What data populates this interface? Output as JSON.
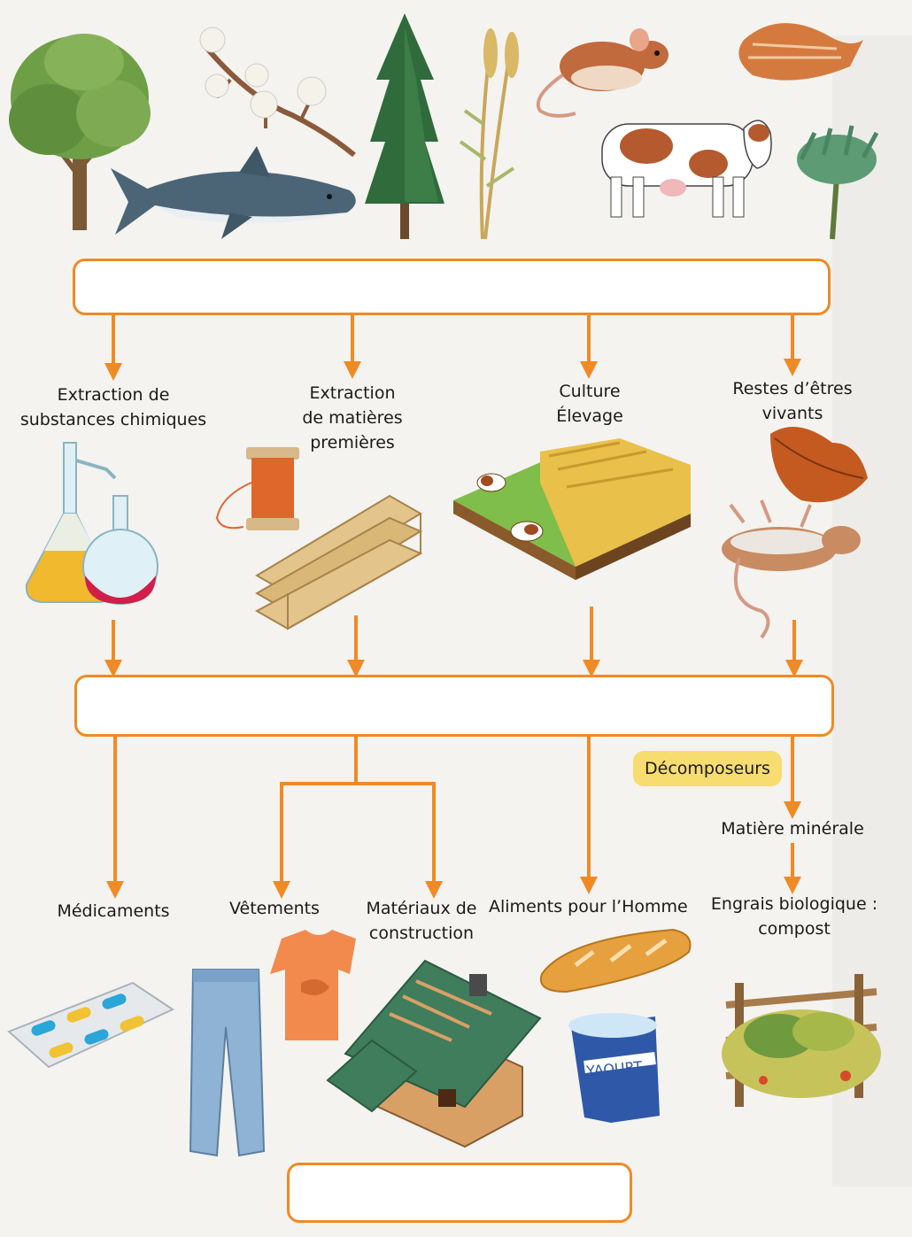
{
  "colors": {
    "accent": "#f08a24",
    "badge": "#f7dc6f",
    "background": "#f4f3f0",
    "text": "#1a1a1a"
  },
  "blank_boxes": {
    "top": "",
    "middle": "",
    "bottom": ""
  },
  "illustrations": {
    "living_beings": [
      "tree-icon",
      "cotton-icon",
      "shark-icon",
      "pine-tree-icon",
      "wheat-icon",
      "mouse-icon",
      "cow-icon",
      "shell-icon",
      "plant-icon"
    ],
    "step1": [
      "lab-flasks-icon",
      "thread-spool-icon",
      "wood-planks-icon",
      "field-cows-wheat-icon",
      "dead-leaf-icon",
      "dead-mouse-icon"
    ],
    "products": [
      "pills-icon",
      "jeans-icon",
      "tshirt-icon",
      "wooden-house-icon",
      "bread-icon",
      "yogurt-icon",
      "compost-icon"
    ]
  },
  "step1": {
    "chemical": [
      "Extraction de",
      "substances chimiques"
    ],
    "raw": [
      "Extraction",
      "de matières",
      "premières"
    ],
    "farming": [
      "Culture",
      "Élevage"
    ],
    "remains": [
      "Restes d’êtres",
      "vivants"
    ]
  },
  "decomposers": "Décomposeurs",
  "mineral": "Matière minérale",
  "products": {
    "medicine": "Médicaments",
    "clothes": "Vêtements",
    "materials": [
      "Matériaux de",
      "construction"
    ],
    "food": "Aliments pour l’Homme",
    "fertilizer": [
      "Engrais biologique :",
      "compost"
    ]
  }
}
